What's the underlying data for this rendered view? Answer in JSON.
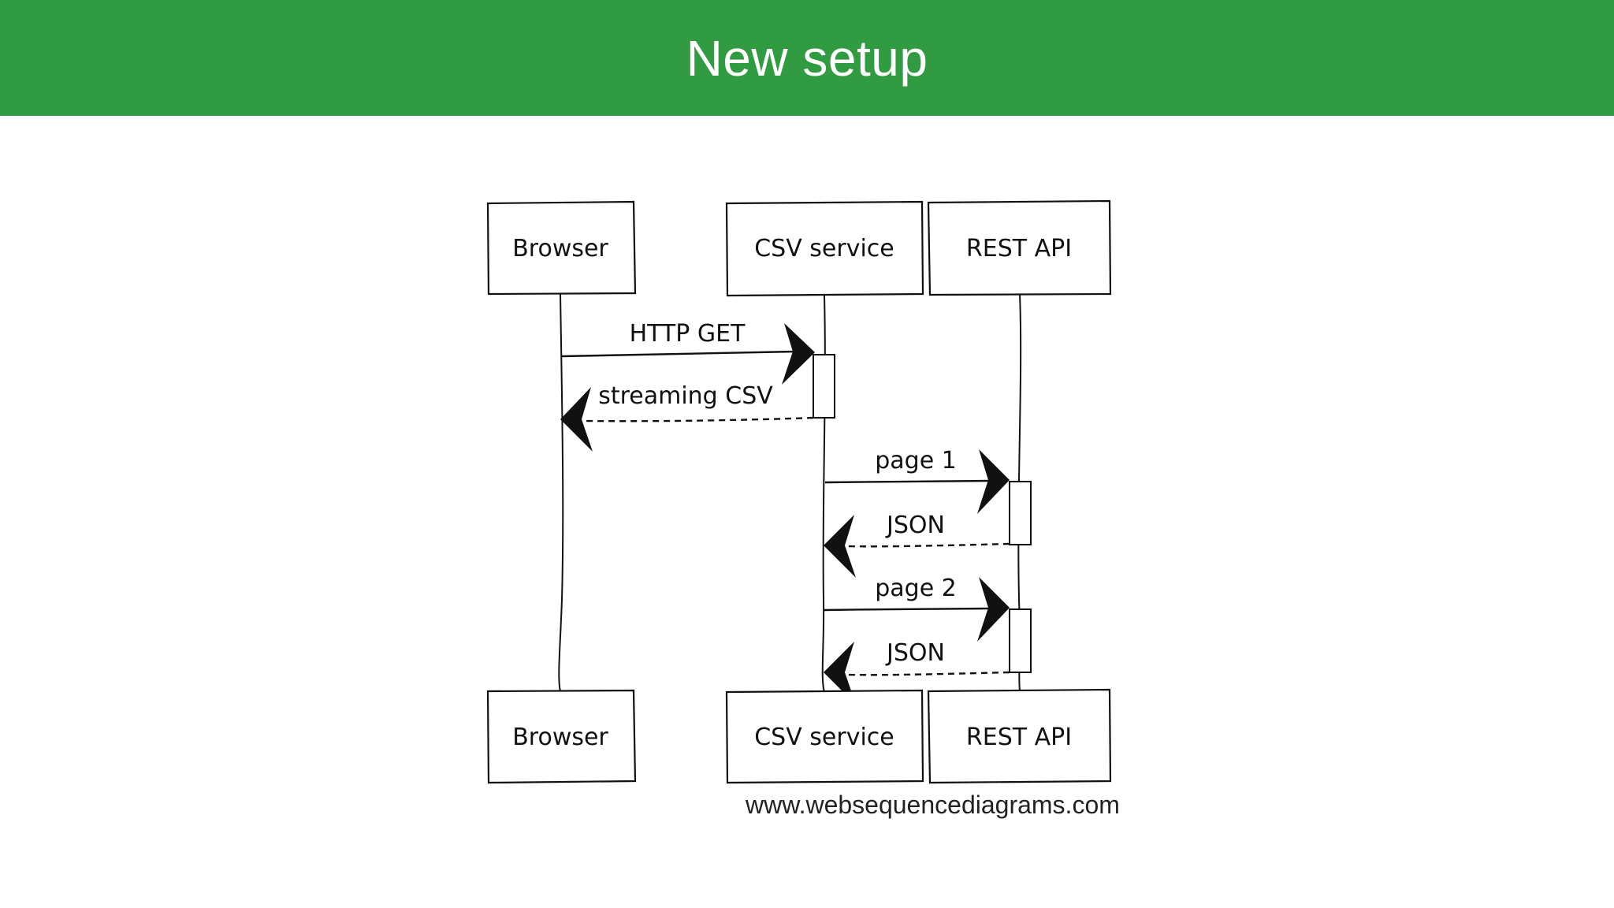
{
  "slide": {
    "title": "New setup",
    "header_color": "#319b41"
  },
  "diagram": {
    "type": "sequence",
    "participants": [
      "Browser",
      "CSV service",
      "REST API"
    ],
    "messages": [
      {
        "from": "Browser",
        "to": "CSV service",
        "label": "HTTP GET",
        "style": "solid"
      },
      {
        "from": "CSV service",
        "to": "Browser",
        "label": "streaming CSV",
        "style": "dashed"
      },
      {
        "from": "CSV service",
        "to": "REST API",
        "label": "page 1",
        "style": "solid"
      },
      {
        "from": "REST API",
        "to": "CSV service",
        "label": "JSON",
        "style": "dashed"
      },
      {
        "from": "CSV service",
        "to": "REST API",
        "label": "page 2",
        "style": "solid"
      },
      {
        "from": "REST API",
        "to": "CSV service",
        "label": "JSON",
        "style": "dashed"
      }
    ],
    "watermark": "www.websequencediagrams.com"
  }
}
